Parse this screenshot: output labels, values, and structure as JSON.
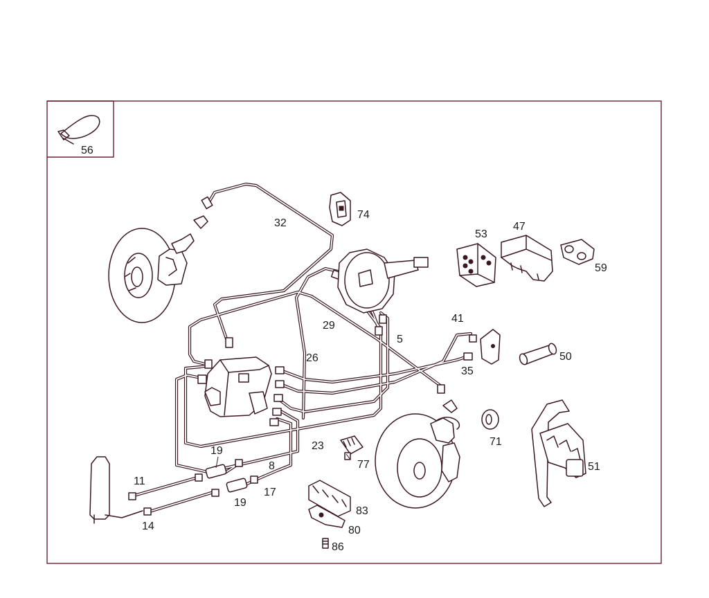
{
  "diagram": {
    "inset_label": "56",
    "callouts": [
      {
        "id": "c32",
        "text": "32"
      },
      {
        "id": "c74",
        "text": "74"
      },
      {
        "id": "c53",
        "text": "53"
      },
      {
        "id": "c47",
        "text": "47"
      },
      {
        "id": "c59",
        "text": "59"
      },
      {
        "id": "c29",
        "text": "29"
      },
      {
        "id": "c5",
        "text": "5"
      },
      {
        "id": "c41",
        "text": "41"
      },
      {
        "id": "c26",
        "text": "26"
      },
      {
        "id": "c35",
        "text": "35"
      },
      {
        "id": "c50",
        "text": "50"
      },
      {
        "id": "c23",
        "text": "23"
      },
      {
        "id": "c71",
        "text": "71"
      },
      {
        "id": "c19a",
        "text": "19"
      },
      {
        "id": "c8",
        "text": "8"
      },
      {
        "id": "c77",
        "text": "77"
      },
      {
        "id": "c51",
        "text": "51"
      },
      {
        "id": "c11",
        "text": "11"
      },
      {
        "id": "c17",
        "text": "17"
      },
      {
        "id": "c19b",
        "text": "19"
      },
      {
        "id": "c83",
        "text": "83"
      },
      {
        "id": "c14",
        "text": "14"
      },
      {
        "id": "c80",
        "text": "80"
      },
      {
        "id": "c86",
        "text": "86"
      }
    ]
  }
}
